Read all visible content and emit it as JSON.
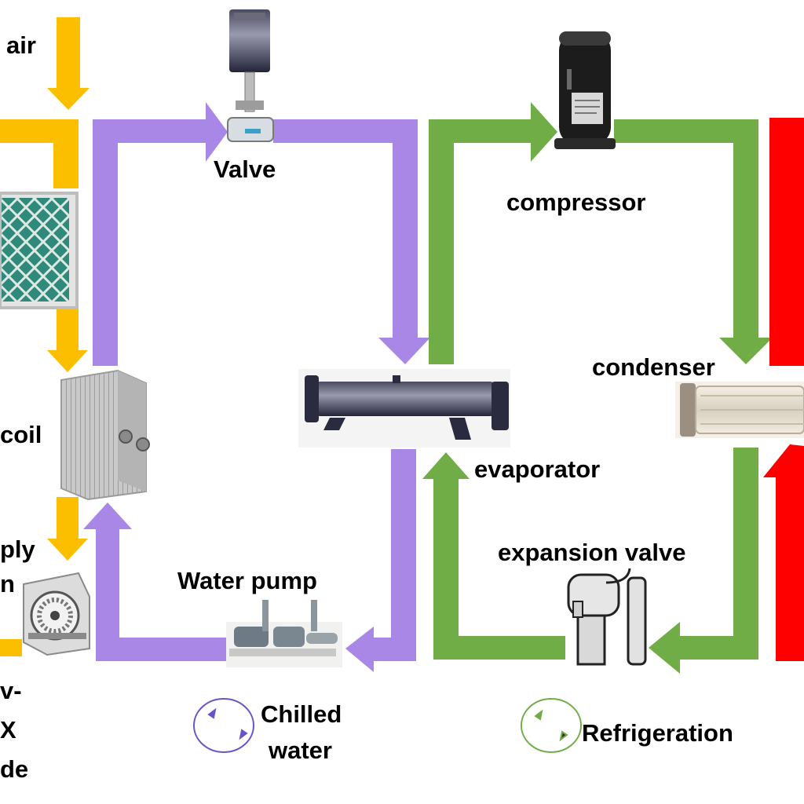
{
  "labels": {
    "air": "air",
    "coil": "coil",
    "supply_1": "ply",
    "supply_2": "n",
    "side_1": "v-",
    "side_2": "X",
    "side_3": "de",
    "valve": "Valve",
    "compressor": "compressor",
    "condenser": "condenser",
    "evaporator": "evaporator",
    "expansion_valve": "expansion valve",
    "water_pump": "Water pump"
  },
  "legend": {
    "chilled_1": "Chilled",
    "chilled_2": "water",
    "refrigeration": "Refrigeration"
  },
  "colors": {
    "air": "#fbbf00",
    "chilled_water": "#a987e6",
    "refrigeration": "#70ad47",
    "condenser_water": "#ff0000",
    "chilled_legend": "#6b52c8",
    "refrig_legend": "#70ad47"
  },
  "icons": [
    "air-filter-icon",
    "cooling-coil-icon",
    "supply-fan-icon",
    "control-valve-icon",
    "compressor-icon",
    "evaporator-icon",
    "condenser-icon",
    "expansion-valve-icon",
    "water-pump-icon"
  ]
}
